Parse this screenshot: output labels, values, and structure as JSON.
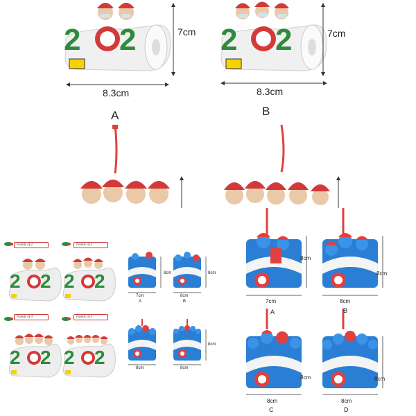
{
  "top_left": {
    "width": "8.3cm",
    "height": "7cm",
    "label": "A"
  },
  "top_right": {
    "width": "8.3cm",
    "height": "7cm",
    "label": "B"
  },
  "small_grid": {
    "tags": [
      "Family of 2",
      "Family of 3",
      "Family of 4",
      "Family of 5"
    ],
    "items": [
      {
        "label": "A",
        "width": "7cm",
        "height": "8cm"
      },
      {
        "label": "B",
        "width": "8cm",
        "height": "8cm"
      },
      {
        "label": "",
        "width": "8cm",
        "height": ""
      },
      {
        "label": "",
        "width": "8cm",
        "height": "8cm"
      }
    ]
  },
  "big_grid": {
    "items": [
      {
        "label": "A",
        "width": "7cm",
        "height": "8cm"
      },
      {
        "label": "B",
        "width": "8cm",
        "height": "8cm"
      },
      {
        "label": "C",
        "width": "8cm",
        "height": "8cm"
      },
      {
        "label": "D",
        "width": "8cm",
        "height": "8cm"
      }
    ]
  }
}
